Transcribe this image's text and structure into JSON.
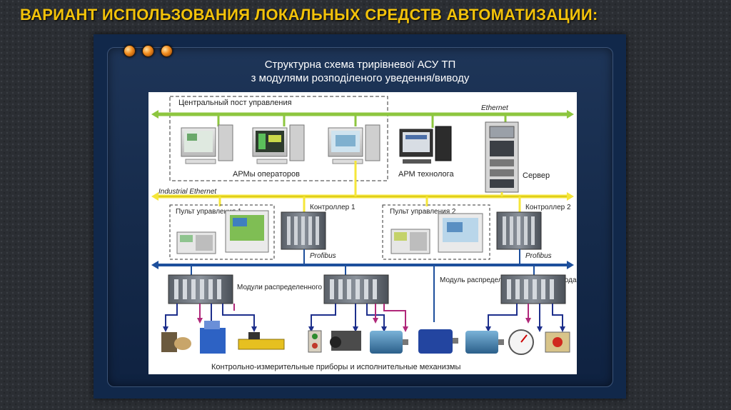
{
  "slide": {
    "title": "ВАРИАНТ ИСПОЛЬЗОВАНИЯ ЛОКАЛЬНЫХ СРЕДСТВ АВТОМАТИЗАЦИИ:"
  },
  "diagram": {
    "title_line1": "Структурна схема трирівневої АСУ ТП",
    "title_line2": "з модулями розподіленого уведення/виводу",
    "central_post": "Центральный пост управления",
    "ethernet": "Ethernet",
    "operator_workstations": "АРМы операторов",
    "technologist_workstation": "АРМ технолога",
    "server": "Сервер",
    "industrial_ethernet": "Industrial Ethernet",
    "control_panel_1": "Пульт управления 1",
    "controller_1": "Контроллер 1",
    "profibus_1": "Profibus",
    "control_panel_2": "Пульт управления 2",
    "controller_2": "Контроллер 2",
    "profibus_2": "Profibus",
    "io_module_1": "Модули распределенного ввода / вывода",
    "io_module_2": "Модуль распределенного ввода / вывода",
    "field_devices": "Контрольно-измерительные приборы и исполнительные механизмы"
  },
  "colors": {
    "title_yellow": "#f2c20a",
    "bus_green": "#8dc63f",
    "bus_yellow": "#f5e63a",
    "bus_blue": "#1d4f9c"
  }
}
